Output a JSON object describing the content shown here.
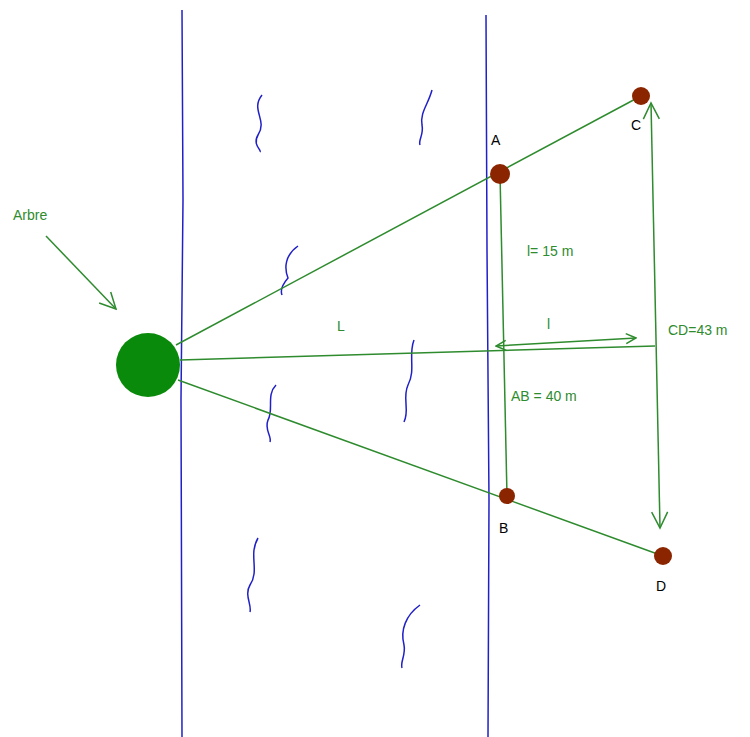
{
  "diagram": {
    "labels": [
      "Arbre",
      "A",
      "C",
      "l= 15 m",
      "L",
      "l",
      "CD=43 m",
      "AB = 40 m",
      "B",
      "D"
    ]
  }
}
